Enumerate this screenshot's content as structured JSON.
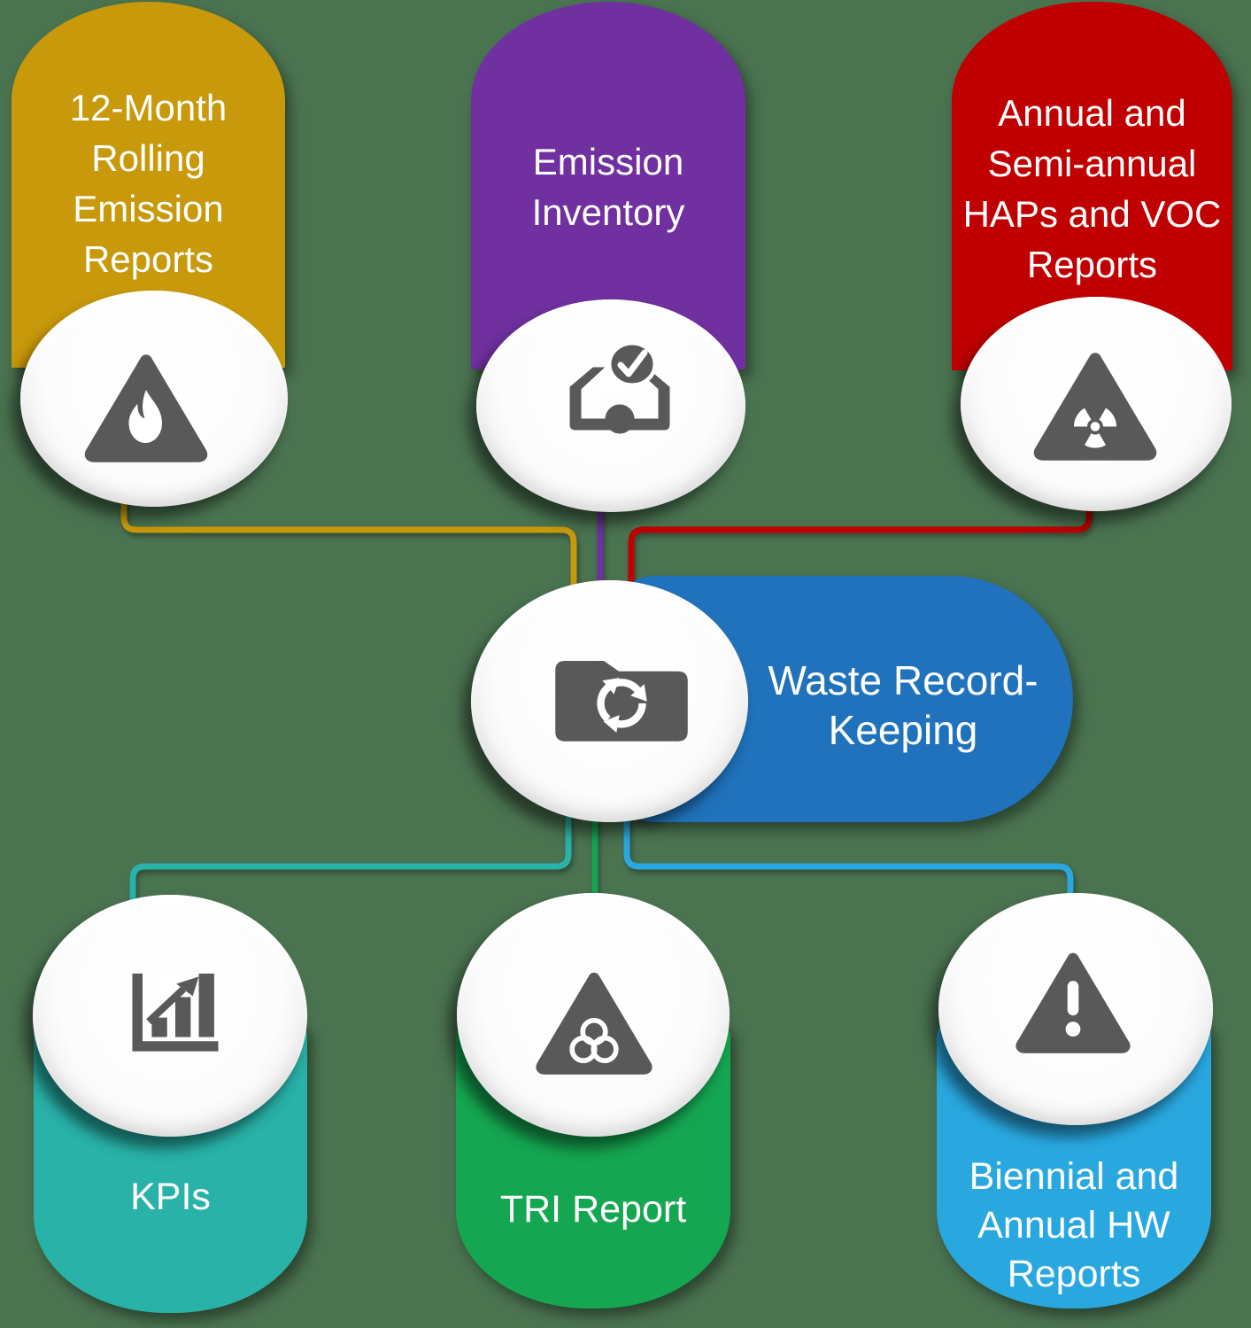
{
  "background_color": "#4A7350",
  "text_color": "#FFFFFF",
  "icon_color": "#595959",
  "center": {
    "label": "Waste Record-\nKeeping",
    "color": "#1F72BB",
    "icon": "folder-recycle"
  },
  "top_nodes": [
    {
      "label": "12-Month\nRolling\nEmission\nReports",
      "color": "#C8990A",
      "icon": "fire-warning-triangle"
    },
    {
      "label": "Emission\nInventory",
      "color": "#7030A0",
      "icon": "inbox-approved"
    },
    {
      "label": "Annual and\nSemi-annual\nHAPs and VOC\nReports",
      "color": "#C00000",
      "icon": "radiation-warning-triangle"
    }
  ],
  "bottom_nodes": [
    {
      "label": "KPIs",
      "color": "#28B2A8",
      "icon": "bar-chart-growth"
    },
    {
      "label": "TRI Report",
      "color": "#15A651",
      "icon": "biohazard-warning-triangle"
    },
    {
      "label": "Biennial and\nAnnual HW\nReports",
      "color": "#29A8E0",
      "icon": "exclamation-warning-triangle"
    }
  ]
}
